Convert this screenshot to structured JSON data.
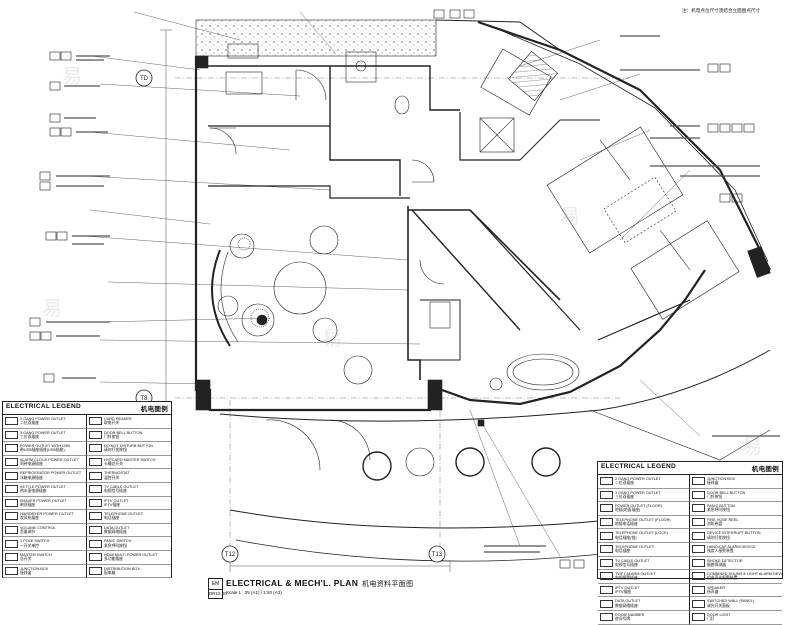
{
  "top_note": "注：机电点位尺寸须结合立面图点尺寸",
  "title": {
    "number": "EM",
    "sheet": "DR12.00",
    "main": "ELECTRICAL & MECH'L. PLAN",
    "cn": "机电资料平面图",
    "scale": "Scale 1 : 25 (A1) / 1:50 (A3)"
  },
  "grid_markers": [
    "TD",
    "T8",
    "T12",
    "T13"
  ],
  "watermark_glyph": "易",
  "legend_left": {
    "title": "ELECTRICAL LEGEND",
    "title_cn": "机电图例",
    "items": [
      {
        "en": "2 GANG POWER OUTLET",
        "cn": "二位双插座"
      },
      {
        "en": "CARD READER",
        "cn": "取电开关"
      },
      {
        "en": "3 GANG POWER OUTLET",
        "cn": "三位双插座"
      },
      {
        "en": "DOOR BELL BUTTON",
        "cn": "门铃按钮"
      },
      {
        "en": "POWER OUTLET WITH USB",
        "cn": "带USB插座插座(USB插座)"
      },
      {
        "en": "DO NOT DISTURB BUTTON",
        "cn": "请勿打扰按钮"
      },
      {
        "en": "ALARM CLOCK POWER OUTLET",
        "cn": "闹钟电源插座"
      },
      {
        "en": "HYPCARD MASTER SWITCH",
        "cn": "卡槽总开关"
      },
      {
        "en": "REFRIGERATOR POWER OUTLET",
        "cn": "冰箱电源插座"
      },
      {
        "en": "THERMOSTAT",
        "cn": "温控开关"
      },
      {
        "en": "KETTLE POWER OUTLET",
        "cn": "热水壶电源插座"
      },
      {
        "en": "TV CABLE OUTLET",
        "cn": "电视信号插座"
      },
      {
        "en": "SHAVER POWER OUTLET",
        "cn": "剃须插座"
      },
      {
        "en": "IPTV OUTLET",
        "cn": "IPTV插座"
      },
      {
        "en": "HAIRDRYER POWER OUTLET",
        "cn": "吹风机插座"
      },
      {
        "en": "TELEPHONE OUTLET",
        "cn": "电话插座"
      },
      {
        "en": "VOLUME CONTROL",
        "cn": "音量调节"
      },
      {
        "en": "DATA OUTLET",
        "cn": "数据网络插座"
      },
      {
        "en": "1 POLE SWITCH",
        "cn": "一开关单控"
      },
      {
        "en": "PANIC SWITCH",
        "cn": "紧急呼叫按钮"
      },
      {
        "en": "MASTER SWITCH",
        "cn": "总开关"
      },
      {
        "en": "HDMI MULTI POWER OUTLET",
        "cn": "多功能插座"
      },
      {
        "en": "JUNCTION BOX",
        "cn": "接线盒"
      },
      {
        "en": "DISTRIBUTION BOX",
        "cn": "配电箱"
      }
    ]
  },
  "legend_right": {
    "title": "ELECTRICAL LEGEND",
    "title_cn": "机电图例",
    "items": [
      {
        "en": "2 GANG POWER OUTLET",
        "cn": "二位双插座"
      },
      {
        "en": "JUNCTION BOX",
        "cn": "接线盒"
      },
      {
        "en": "3 GANG POWER OUTLET",
        "cn": "三位双插座"
      },
      {
        "en": "DOOR BELL BUTTON",
        "cn": "门铃按钮"
      },
      {
        "en": "POWER OUTLET (FLOOR)",
        "cn": "地插(地面插座)"
      },
      {
        "en": "PANIC BUTTON",
        "cn": "紧急呼叫按钮"
      },
      {
        "en": "TELEPHONE OUTLET (FLOOR)",
        "cn": "地插电话插座"
      },
      {
        "en": "FIRE HOSE REEL",
        "cn": "消防卷盘"
      },
      {
        "en": "TELEPHONE OUTLET (LOCK)",
        "cn": "电话插座(锁)"
      },
      {
        "en": "DEVICE INTERRUPT BUTTON",
        "cn": "请勿打扰按钮"
      },
      {
        "en": "TELEPHONE OUTLET",
        "cn": "电话插座"
      },
      {
        "en": "HANDICAP ALARM DEVICE",
        "cn": "残疾人报警装置"
      },
      {
        "en": "TV CABLE OUTLET",
        "cn": "电视信号插座"
      },
      {
        "en": "SMOKE DETECTOR",
        "cn": "烟感探测器"
      },
      {
        "en": "TV/FT ALARM OUTLET",
        "cn": "电视报警插座"
      },
      {
        "en": "COMBINED SOUND & LIGHT ALARM DEVICE",
        "cn": "组合声光报警装置"
      },
      {
        "en": "IPTV OUTLET",
        "cn": "IPTV插座"
      },
      {
        "en": "SPEAKER",
        "cn": "扬声器"
      },
      {
        "en": "DATA OUTLET",
        "cn": "数据网络插座"
      },
      {
        "en": "SWITCHED WALL (PANEL)",
        "cn": "调光开关面板"
      },
      {
        "en": "ROOM NUMBER",
        "cn": "房间号牌"
      },
      {
        "en": "DOOR LIGHT",
        "cn": "门灯"
      }
    ]
  }
}
